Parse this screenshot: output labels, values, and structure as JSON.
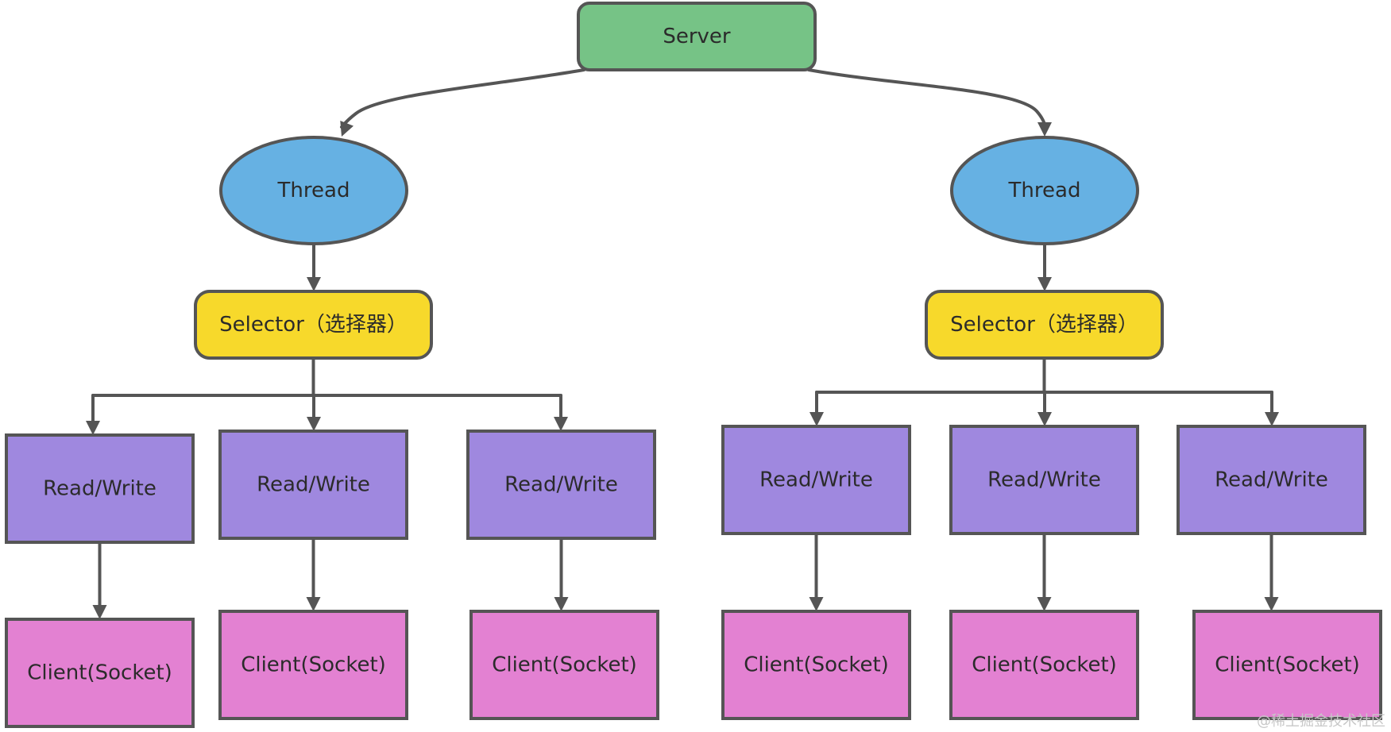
{
  "colors": {
    "server": "#76c386",
    "thread": "#66b1e3",
    "selector": "#f7d92b",
    "readwrite": "#9f88df",
    "client": "#e381d2",
    "edge": "#555555"
  },
  "server": {
    "label": "Server"
  },
  "groups": [
    {
      "thread": {
        "label": "Thread"
      },
      "selector": {
        "label": "Selector（选择器）"
      },
      "channels": [
        {
          "readwrite": "Read/Write",
          "client": "Client(Socket)"
        },
        {
          "readwrite": "Read/Write",
          "client": "Client(Socket)"
        },
        {
          "readwrite": "Read/Write",
          "client": "Client(Socket)"
        }
      ]
    },
    {
      "thread": {
        "label": "Thread"
      },
      "selector": {
        "label": "Selector（选择器）"
      },
      "channels": [
        {
          "readwrite": "Read/Write",
          "client": "Client(Socket)"
        },
        {
          "readwrite": "Read/Write",
          "client": "Client(Socket)"
        },
        {
          "readwrite": "Read/Write",
          "client": "Client(Socket)"
        }
      ]
    }
  ],
  "watermark": "@稀土掘金技术社区"
}
